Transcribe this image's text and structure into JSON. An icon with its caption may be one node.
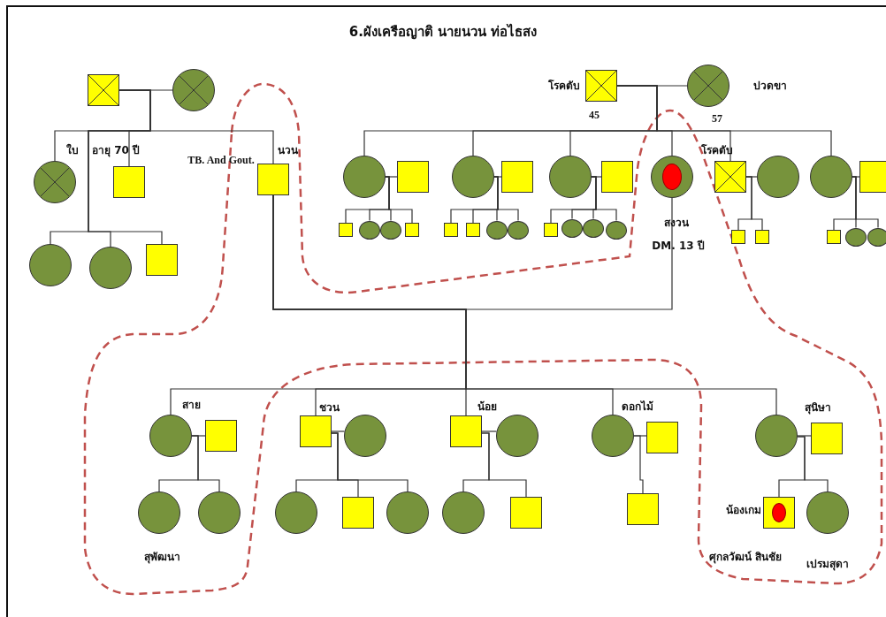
{
  "diagram": {
    "title": "6.ผังเครือญาติ นายนวน ท่อไธสง",
    "nodes": [
      {
        "text": [],
        "shape": "box"
      },
      {
        "text": [],
        "shape": "circle"
      },
      {
        "text": [],
        "shape": "circle",
        "beside": [
          "ใบ",
          "อายุ 70 ปี"
        ]
      },
      {
        "text": [],
        "shape": "box"
      },
      {
        "text": [],
        "shape": "box",
        "beside": [
          "TB. And Gout.",
          "นวน"
        ]
      },
      {
        "text": [],
        "shape": "circle"
      },
      {
        "text": [],
        "shape": "circle"
      },
      {
        "text": [],
        "shape": "box"
      },
      {
        "text": [],
        "shape": "box",
        "beside": [
          "โรคตับ",
          "45"
        ]
      },
      {
        "text": [],
        "shape": "circle",
        "beside": [
          "ปวดขา",
          "57"
        ]
      },
      {
        "text": [],
        "shape": "circle"
      },
      {
        "text": [],
        "shape": "box"
      },
      {
        "text": [],
        "shape": "box"
      },
      {
        "text": [],
        "shape": "circle"
      },
      {
        "text": [],
        "shape": "circle"
      },
      {
        "text": [],
        "shape": "box"
      },
      {
        "text": [],
        "shape": "circle"
      },
      {
        "text": [],
        "shape": "box"
      },
      {
        "text": [],
        "shape": "box"
      },
      {
        "text": [],
        "shape": "box"
      },
      {
        "text": [],
        "shape": "circle"
      },
      {
        "text": [],
        "shape": "circle"
      },
      {
        "text": [],
        "shape": "circle"
      },
      {
        "text": [],
        "shape": "box"
      },
      {
        "text": [],
        "shape": "box"
      },
      {
        "text": [],
        "shape": "circle"
      },
      {
        "text": [],
        "shape": "circle"
      },
      {
        "text": [],
        "shape": "circle"
      },
      {
        "text": [],
        "shape": "circle",
        "beside": [
          "สงวน",
          "DM. 13 ปี"
        ]
      },
      {
        "text": [],
        "shape": "box",
        "beside": [
          "โรคตับ"
        ]
      },
      {
        "text": [],
        "shape": "circle"
      },
      {
        "text": [],
        "shape": "box"
      },
      {
        "text": [],
        "shape": "box"
      },
      {
        "text": [],
        "shape": "circle"
      },
      {
        "text": [],
        "shape": "box"
      },
      {
        "text": [],
        "shape": "box"
      },
      {
        "text": [],
        "shape": "circle"
      },
      {
        "text": [],
        "shape": "circle"
      },
      {
        "text": [],
        "shape": "circle",
        "beside": [
          "สาย"
        ]
      },
      {
        "text": [],
        "shape": "box"
      },
      {
        "text": [],
        "shape": "circle",
        "beside": [
          "สุพัฒนา"
        ]
      },
      {
        "text": [],
        "shape": "circle"
      },
      {
        "text": [],
        "shape": "box",
        "beside": [
          "ชวน"
        ]
      },
      {
        "text": [],
        "shape": "circle"
      },
      {
        "text": [],
        "shape": "circle"
      },
      {
        "text": [],
        "shape": "box"
      },
      {
        "text": [],
        "shape": "circle"
      },
      {
        "text": [],
        "shape": "box",
        "beside": [
          "น้อย"
        ]
      },
      {
        "text": [],
        "shape": "circle"
      },
      {
        "text": [],
        "shape": "circle"
      },
      {
        "text": [],
        "shape": "box"
      },
      {
        "text": [],
        "shape": "circle",
        "beside": [
          "ดอกไม้"
        ]
      },
      {
        "text": [],
        "shape": "box"
      },
      {
        "text": [],
        "shape": "box"
      },
      {
        "text": [],
        "shape": "circle",
        "beside": [
          "สุนิษา"
        ]
      },
      {
        "text": [],
        "shape": "box"
      },
      {
        "text": [],
        "shape": "box",
        "beside": [
          "น้องเกม",
          "ศุกลวัฒน์ สินชัย"
        ]
      },
      {
        "text": [],
        "shape": "circle",
        "beside": [
          "เปรมสุดา"
        ]
      }
    ],
    "edges": [
      {
        "from": 0,
        "to": 1,
        "arrow": "none"
      },
      {
        "from": 0,
        "to": 2,
        "arrow": "none"
      },
      {
        "from": 0,
        "to": 3,
        "arrow": "none"
      },
      {
        "from": 0,
        "to": 4,
        "arrow": "none"
      },
      {
        "from": 0,
        "to": 5,
        "arrow": "none"
      },
      {
        "from": 0,
        "to": 6,
        "arrow": "none"
      },
      {
        "from": 0,
        "to": 7,
        "arrow": "none"
      },
      {
        "from": 8,
        "to": 9,
        "arrow": "none"
      },
      {
        "from": 8,
        "to": 10,
        "arrow": "none"
      },
      {
        "from": 8,
        "to": 16,
        "arrow": "none"
      },
      {
        "from": 8,
        "to": 22,
        "arrow": "none"
      },
      {
        "from": 8,
        "to": 28,
        "arrow": "none"
      },
      {
        "from": 8,
        "to": 29,
        "arrow": "none"
      },
      {
        "from": 8,
        "to": 33,
        "arrow": "none"
      },
      {
        "from": 10,
        "to": 11,
        "arrow": "none"
      },
      {
        "from": 10,
        "to": 12,
        "arrow": "none"
      },
      {
        "from": 10,
        "to": 13,
        "arrow": "none"
      },
      {
        "from": 10,
        "to": 14,
        "arrow": "none"
      },
      {
        "from": 10,
        "to": 15,
        "arrow": "none"
      },
      {
        "from": 16,
        "to": 17,
        "arrow": "none"
      },
      {
        "from": 16,
        "to": 18,
        "arrow": "none"
      },
      {
        "from": 16,
        "to": 19,
        "arrow": "none"
      },
      {
        "from": 16,
        "to": 20,
        "arrow": "none"
      },
      {
        "from": 16,
        "to": 21,
        "arrow": "none"
      },
      {
        "from": 22,
        "to": 23,
        "arrow": "none"
      },
      {
        "from": 22,
        "to": 24,
        "arrow": "none"
      },
      {
        "from": 22,
        "to": 25,
        "arrow": "none"
      },
      {
        "from": 22,
        "to": 26,
        "arrow": "none"
      },
      {
        "from": 22,
        "to": 27,
        "arrow": "none"
      },
      {
        "from": 29,
        "to": 30,
        "arrow": "none"
      },
      {
        "from": 29,
        "to": 31,
        "arrow": "none"
      },
      {
        "from": 29,
        "to": 32,
        "arrow": "none"
      },
      {
        "from": 33,
        "to": 34,
        "arrow": "none"
      },
      {
        "from": 33,
        "to": 35,
        "arrow": "none"
      },
      {
        "from": 33,
        "to": 36,
        "arrow": "none"
      },
      {
        "from": 33,
        "to": 37,
        "arrow": "none"
      },
      {
        "from": 4,
        "to": 28,
        "arrow": "none"
      },
      {
        "from": 4,
        "to": 38,
        "arrow": "none"
      },
      {
        "from": 4,
        "to": 42,
        "arrow": "none"
      },
      {
        "from": 4,
        "to": 47,
        "arrow": "none"
      },
      {
        "from": 4,
        "to": 51,
        "arrow": "none"
      },
      {
        "from": 4,
        "to": 54,
        "arrow": "none"
      },
      {
        "from": 38,
        "to": 39,
        "arrow": "none"
      },
      {
        "from": 38,
        "to": 40,
        "arrow": "none"
      },
      {
        "from": 38,
        "to": 41,
        "arrow": "none"
      },
      {
        "from": 42,
        "to": 43,
        "arrow": "none"
      },
      {
        "from": 42,
        "to": 44,
        "arrow": "none"
      },
      {
        "from": 42,
        "to": 45,
        "arrow": "none"
      },
      {
        "from": 42,
        "to": 46,
        "arrow": "none"
      },
      {
        "from": 47,
        "to": 48,
        "arrow": "none"
      },
      {
        "from": 47,
        "to": 49,
        "arrow": "none"
      },
      {
        "from": 47,
        "to": 50,
        "arrow": "none"
      },
      {
        "from": 51,
        "to": 52,
        "arrow": "none"
      },
      {
        "from": 51,
        "to": 53,
        "arrow": "none"
      },
      {
        "from": 54,
        "to": 55,
        "arrow": "none"
      },
      {
        "from": 54,
        "to": 56,
        "arrow": "none"
      },
      {
        "from": 54,
        "to": 57,
        "arrow": "none"
      }
    ]
  }
}
